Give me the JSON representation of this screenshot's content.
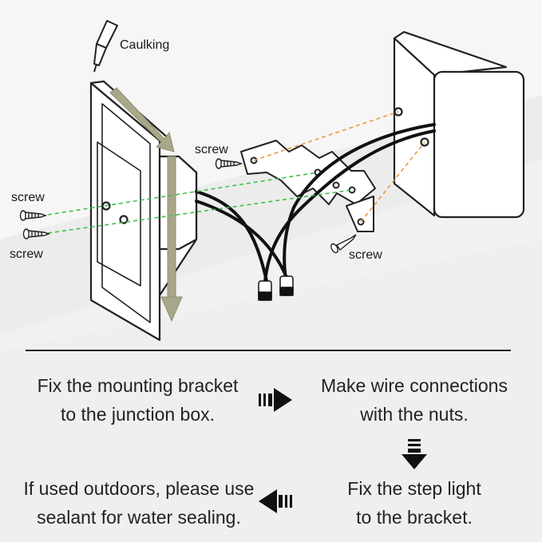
{
  "diagram": {
    "labels": {
      "caulking": "Caulking",
      "screw_bracket": "screw",
      "screw_left_top": "screw",
      "screw_left_bottom": "screw",
      "screw_right": "screw"
    }
  },
  "steps": {
    "step1": "Fix the mounting bracket\nto the junction box.",
    "step2": "Make wire connections\nwith the nuts.",
    "step3": "Fix the step light\nto the bracket.",
    "step4": "If used outdoors, please use\nsealant for water sealing."
  },
  "colors": {
    "caulk_arrow": "#a9a789",
    "orange_guide": "#e39a3a",
    "green_guide": "#3cc24a"
  }
}
